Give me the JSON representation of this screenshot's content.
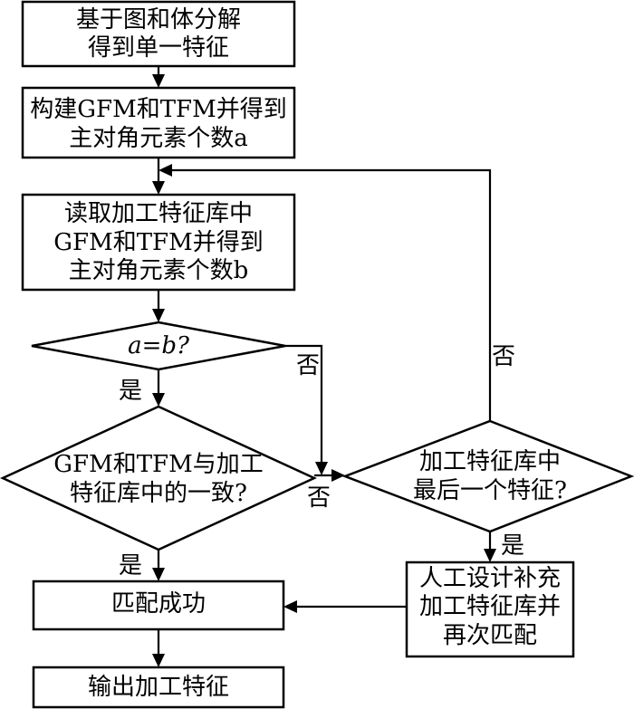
{
  "nodes": {
    "decompose": {
      "lines": [
        "基于图和体分解",
        "得到单一特征"
      ]
    },
    "build": {
      "lines": [
        "构建GFM和TFM并得到",
        "主对角元素个数a"
      ]
    },
    "read": {
      "lines": [
        "读取加工特征库中",
        "GFM和TFM并得到",
        "主对角元素个数b"
      ]
    },
    "cond_ab": {
      "lines": [
        "a=b?"
      ]
    },
    "cond_match": {
      "lines": [
        "GFM和TFM与加工",
        "特征库中的一致?"
      ]
    },
    "cond_last": {
      "lines": [
        "加工特征库中",
        "最后一个特征?"
      ]
    },
    "manual": {
      "lines": [
        "人工设计补充",
        "加工特征库并",
        "再次匹配"
      ]
    },
    "success": {
      "lines": [
        "匹配成功"
      ]
    },
    "output": {
      "lines": [
        "输出加工特征"
      ]
    }
  },
  "labels": {
    "yes": "是",
    "no": "否"
  }
}
